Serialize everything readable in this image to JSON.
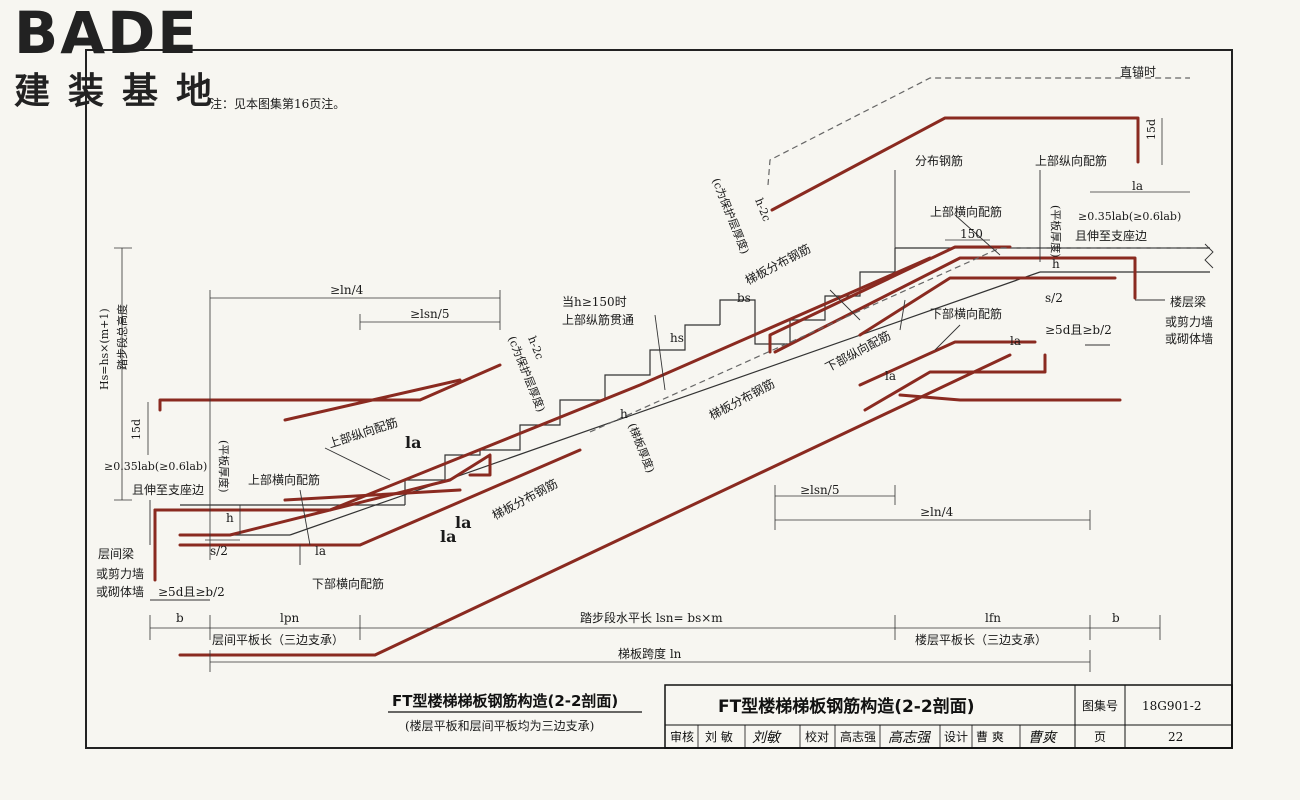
{
  "logo": {
    "main": "BADE",
    "sub": "建装基地"
  },
  "note": "注：见本图集第16页注。",
  "labels": {
    "straight_anchor": "直锚时",
    "dist_rebar": "分布钢筋",
    "upper_long_rebar_r": "上部纵向配筋",
    "la_r": "la",
    "anchor_035_r": "≥0.35lab(≥0.6lab)",
    "extend_support_r": "且伸至支座边",
    "slab_thk_r": "(平板厚度)",
    "upper_trans_rebar_r": "上部横向配筋",
    "d150": "150",
    "h_r": "h",
    "d15d_r": "15d",
    "c_cover_r": "(c为保护层厚度)",
    "h2c_r": "h-2c",
    "stair_dist_rebar_top": "梯板分布钢筋",
    "bs": "bs",
    "when_h150": "当h≥150时",
    "upper_long_through": "上部纵筋贯通",
    "hs": "hs",
    "lower_trans_rebar_r": "下部横向配筋",
    "s2_r": "s/2",
    "min5d_r": "≥5d且≥b/2",
    "floor_beam": "楼层梁",
    "or_shear_wall_r": "或剪力墙",
    "or_masonry_r": "或砌体墙",
    "lower_long_rebar": "下部纵向配筋",
    "la_mid1": "la",
    "la_mid2": "la",
    "stair_dist_rebar_mid": "梯板分布钢筋",
    "h_mid": "h",
    "stair_thk": "(梯板厚度)",
    "ln4_top": "≥ln/4",
    "lsn5_top": "≥lsn/5",
    "h2c_l": "h-2c",
    "c_cover_l": "(c为保护层厚度)",
    "Hs": "Hs=hs×(m+1)",
    "Hs_desc": "踏步段总高度",
    "d15d_l": "15d",
    "anchor_035_l": "≥0.35lab(≥0.6lab)",
    "extend_support_l": "且伸至支座边",
    "slab_thk_l": "(平板厚度)",
    "la_l": "la",
    "upper_long_rebar_l": "上部纵向配筋",
    "upper_trans_rebar_l": "上部横向配筋",
    "h_l": "h",
    "s2_l": "s/2",
    "la_lower_l": "la",
    "la_big1": "la",
    "la_big2": "la",
    "stair_dist_rebar_low": "梯板分布钢筋",
    "lower_trans_rebar_l": "下部横向配筋",
    "inter_beam": "层间梁",
    "or_shear_wall_l": "或剪力墙",
    "or_masonry_l": "或砌体墙",
    "min5d_l": "≥5d且≥b/2",
    "lsn5_bot": "≥lsn/5",
    "ln4_bot": "≥ln/4"
  },
  "dims": {
    "b_left": "b",
    "lpn": "lpn",
    "step_horiz": "踏步段水平长 lsn= bs×m",
    "lfn": "lfn",
    "b_right": "b",
    "inter_slab_len": "层间平板长（三边支承）",
    "floor_slab_len": "楼层平板长（三边支承）",
    "span": "梯板跨度 ln"
  },
  "caption": {
    "title": "FT型楼梯梯板钢筋构造(2-2剖面)",
    "subtitle": "(楼层平板和层间平板均为三边支承)"
  },
  "title_block": {
    "title": "FT型楼梯梯板钢筋构造(2-2剖面)",
    "atlas_label": "图集号",
    "atlas_no": "18G901-2",
    "review": "审核",
    "reviewer": "刘 敏",
    "reviewer_sig": "刘敏",
    "check": "校对",
    "checker": "高志强",
    "checker_sig": "高志强",
    "design": "设计",
    "designer": "曹 爽",
    "designer_sig": "曹爽",
    "page_label": "页",
    "page_no": "22"
  }
}
